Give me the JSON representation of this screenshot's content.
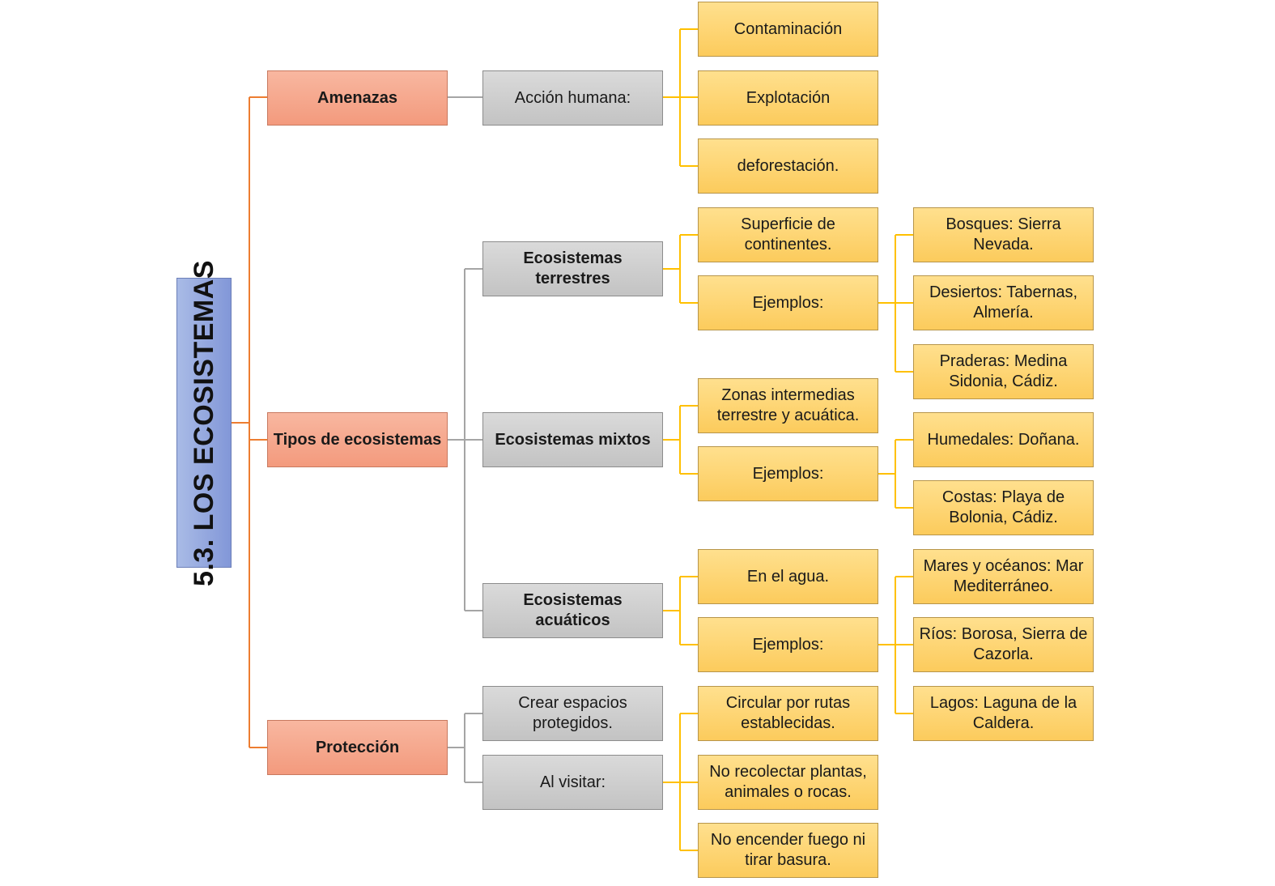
{
  "title": "5.3.  LOS ECOSISTEMAS",
  "colors": {
    "root_fill": "#8fa3dd",
    "level1_fill": "#f5a68a",
    "level2_fill": "#c9c9c9",
    "level3_fill": "#fdd36f",
    "line_level1": "#ed7d31",
    "line_level2": "#a5a5a5",
    "line_level3": "#ffc000"
  },
  "level1": {
    "amenazas": "Amenazas",
    "tipos": "Tipos de ecosistemas",
    "proteccion": "Protección"
  },
  "amenazas": {
    "accion_humana": "Acción humana:",
    "items": [
      "Contaminación",
      "Explotación",
      "deforestación."
    ]
  },
  "tipos": {
    "terrestres": {
      "label": "Ecosistemas terrestres",
      "definicion": "Superficie de continentes.",
      "ejemplos_label": "Ejemplos:",
      "ejemplos": [
        "Bosques: Sierra Nevada.",
        "Desiertos: Tabernas, Almería.",
        "Praderas: Medina Sidonia, Cádiz."
      ]
    },
    "mixtos": {
      "label": "Ecosistemas mixtos",
      "definicion": "Zonas intermedias terrestre y acuática.",
      "ejemplos_label": "Ejemplos:",
      "ejemplos": [
        "Humedales:  Doñana.",
        "Costas: Playa de Bolonia, Cádiz."
      ]
    },
    "acuaticos": {
      "label": "Ecosistemas acuáticos",
      "definicion": "En el agua.",
      "ejemplos_label": "Ejemplos:",
      "ejemplos": [
        "Mares y océanos: Mar Mediterráneo.",
        "Ríos: Borosa, Sierra de Cazorla.",
        "Lagos: Laguna de la Caldera."
      ]
    }
  },
  "proteccion": {
    "crear": "Crear espacios protegidos.",
    "visitar": "Al visitar:",
    "items": [
      "Circular por rutas establecidas.",
      "No recolectar plantas, animales o rocas.",
      "No encender fuego ni tirar basura."
    ]
  }
}
